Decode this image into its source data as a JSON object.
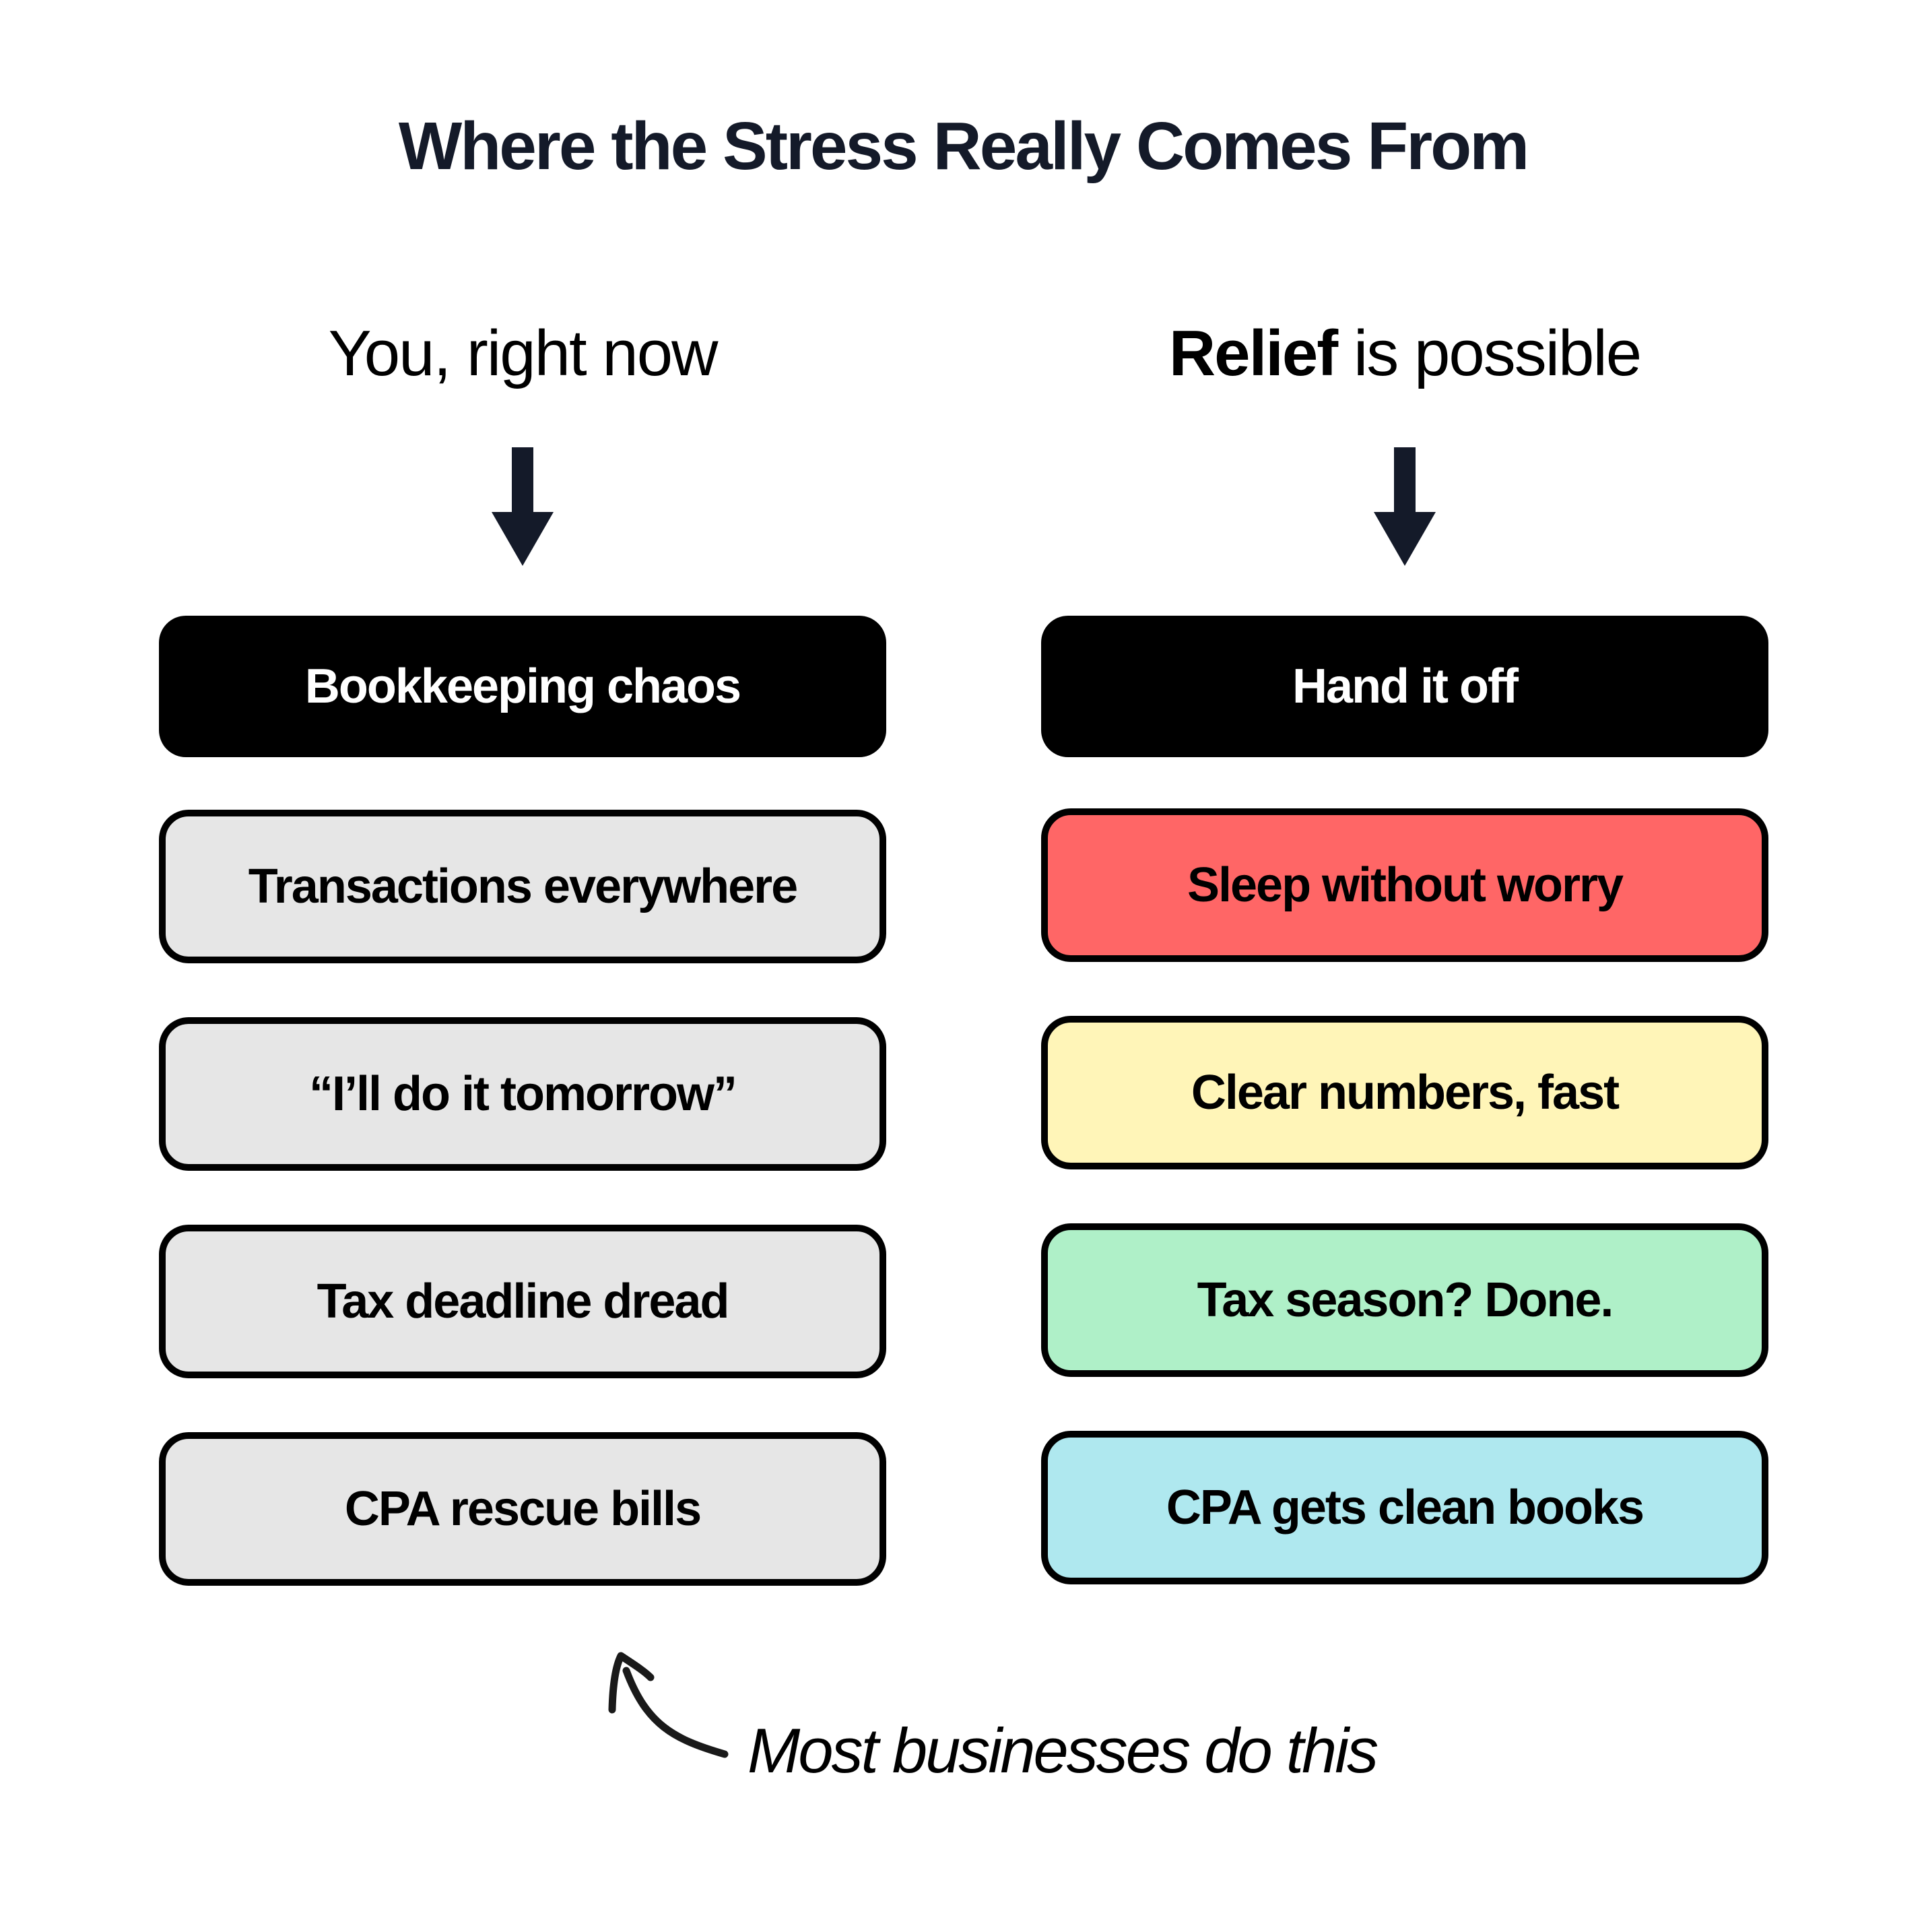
{
  "title": "Where the Stress Really Comes From",
  "columns": {
    "left": {
      "heading": "You, right now",
      "header_box": "Bookkeeping chaos",
      "items": [
        {
          "label": "Transactions everywhere",
          "color": "#e6e6e6"
        },
        {
          "label": "“I’ll do it tomorrow”",
          "color": "#e6e6e6"
        },
        {
          "label": "Tax deadline dread",
          "color": "#e6e6e6"
        },
        {
          "label": "CPA rescue bills",
          "color": "#e6e6e6"
        }
      ]
    },
    "right": {
      "heading_bold": "Relief",
      "heading_rest": " is possible",
      "header_box": "Hand it off",
      "items": [
        {
          "label": "Sleep without worry",
          "color": "#ff6666"
        },
        {
          "label": "Clear numbers, fast",
          "color": "#fff5b8"
        },
        {
          "label": "Tax season? Done.",
          "color": "#aff0c8"
        },
        {
          "label": "CPA gets clean books",
          "color": "#afe8ef"
        }
      ]
    }
  },
  "annotation": {
    "text": "Most businesses do this",
    "icon": "curved-arrow-up-left-icon"
  },
  "colors": {
    "title": "#141a29",
    "arrow": "#141a29",
    "header_box_bg": "#000000",
    "header_box_text": "#ffffff",
    "border": "#000000"
  }
}
